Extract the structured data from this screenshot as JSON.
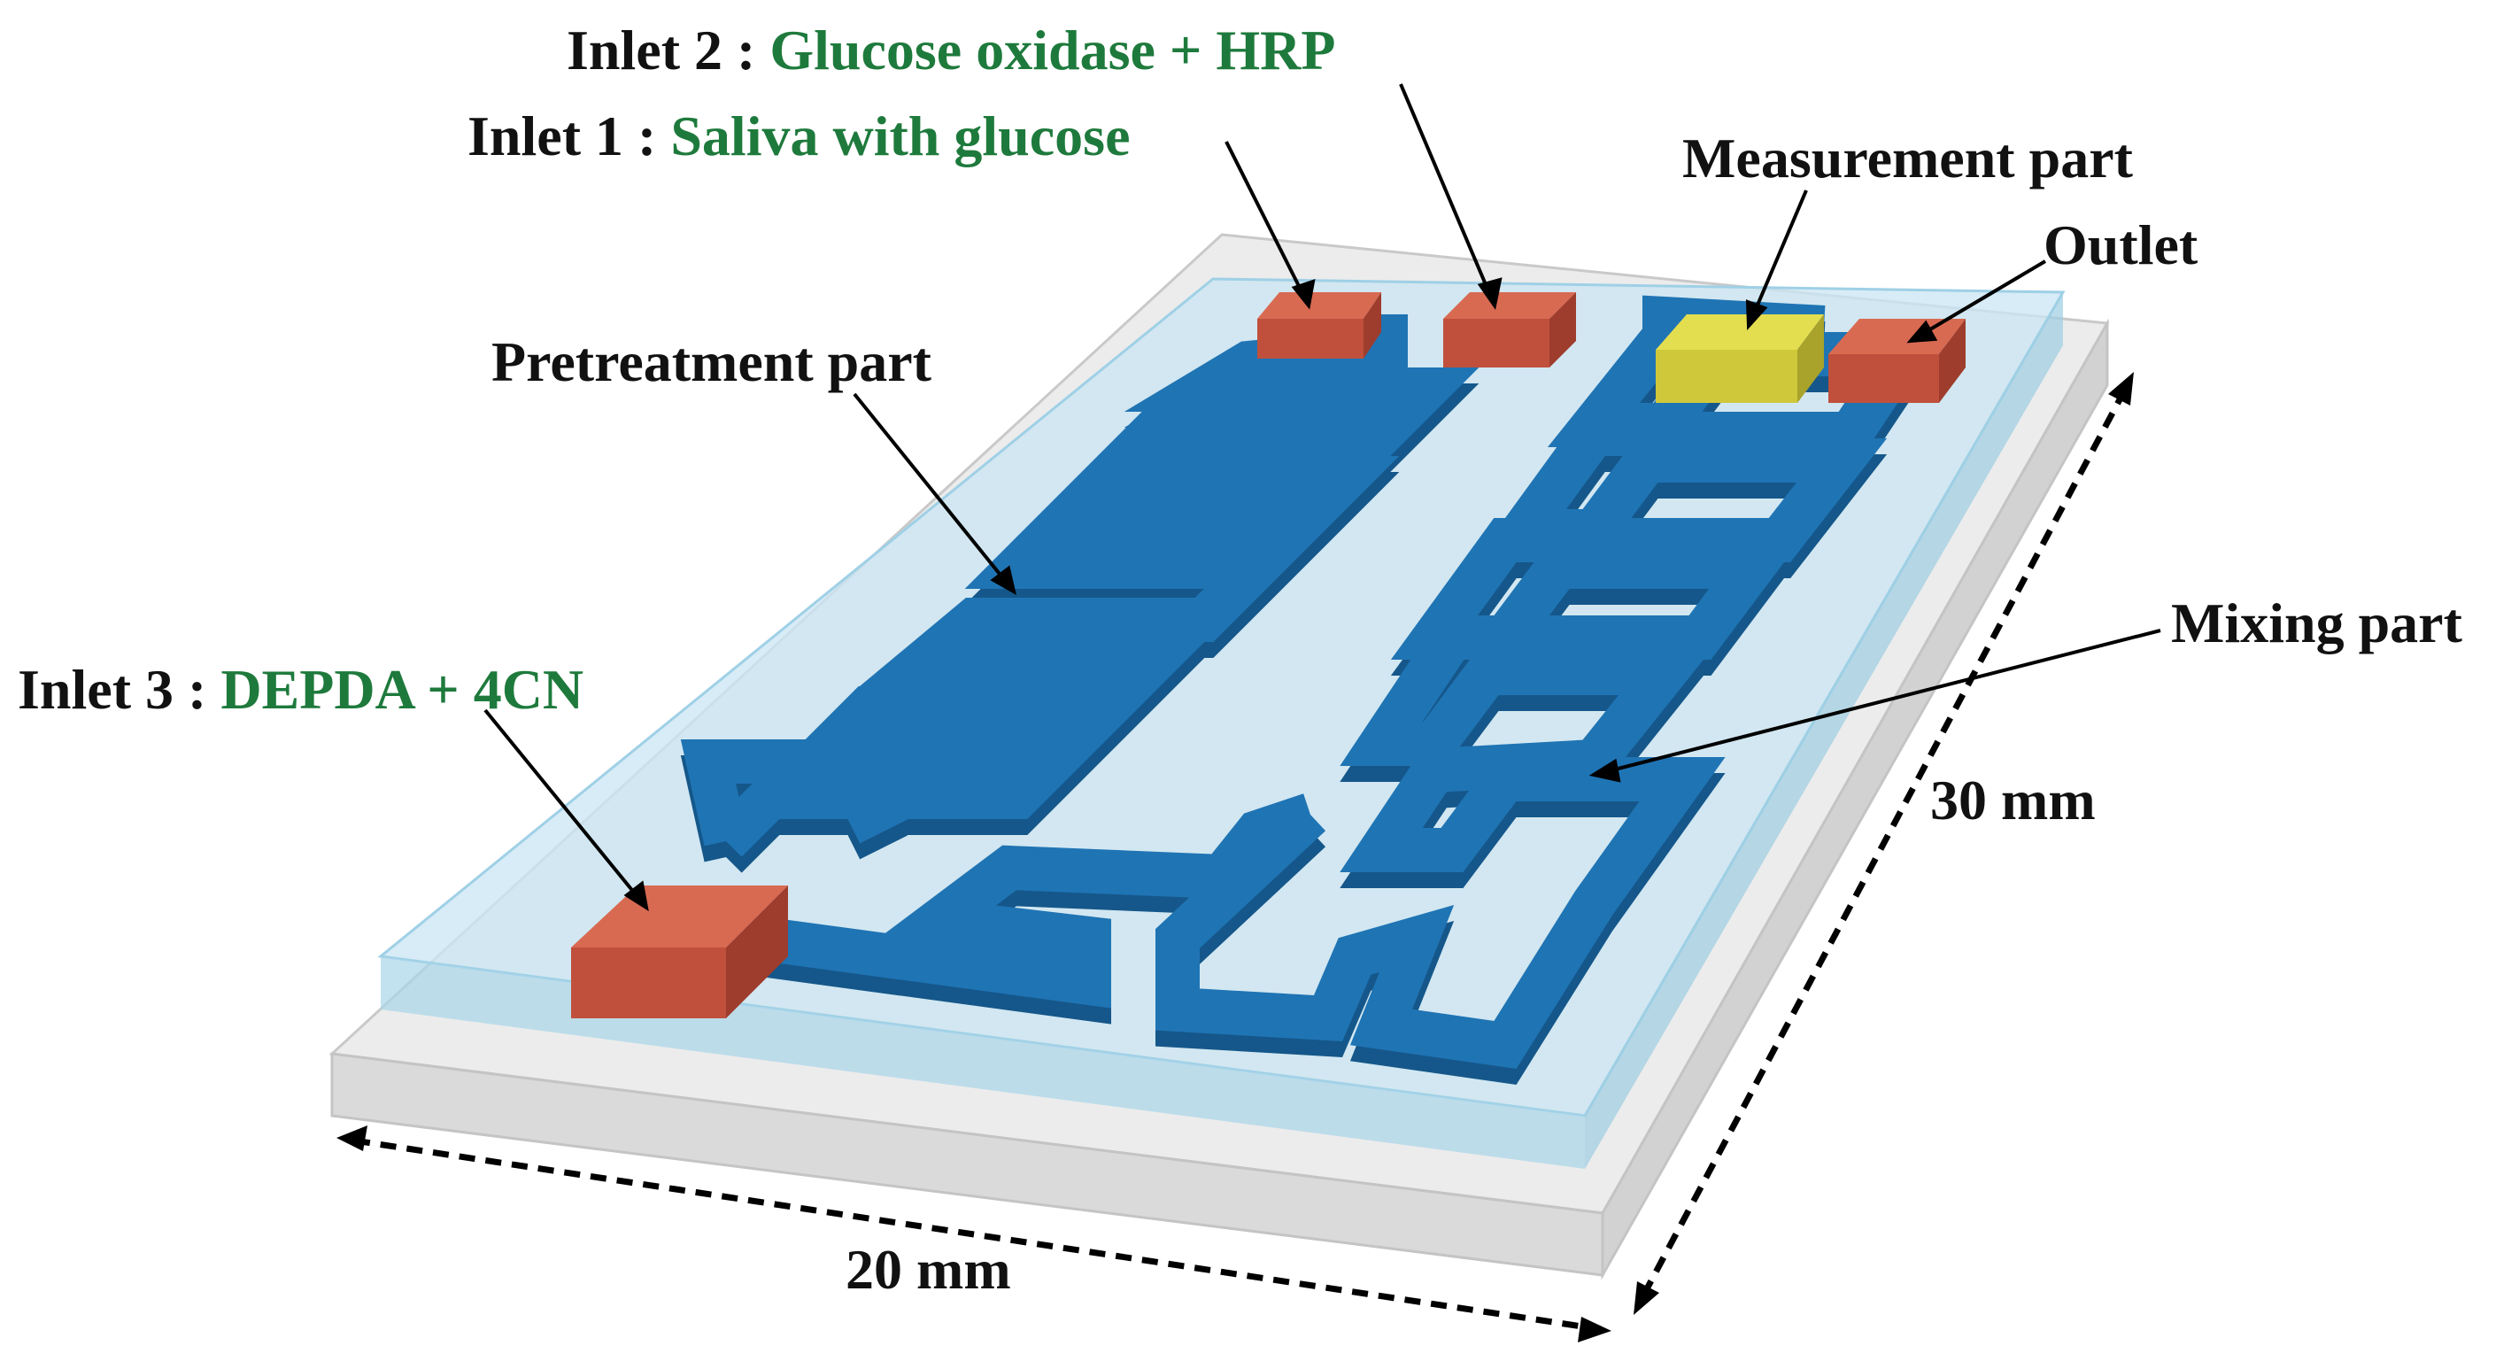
{
  "labels": {
    "inlet2_key": "Inlet 2 : ",
    "inlet2_value": "Glucose oxidase + HRP",
    "inlet1_key": "Inlet 1 : ",
    "inlet1_value": "Saliva with glucose",
    "measurement": "Measurement part",
    "outlet": "Outlet",
    "pretreatment": "Pretreatment part",
    "mixing": "Mixing part",
    "inlet3_key": "Inlet 3 : ",
    "inlet3_value": "DEPDA + 4CN",
    "width_dim": "20 mm",
    "length_dim": "30 mm"
  },
  "colors": {
    "channel": "#1f74b4",
    "channel_dark": "#15578a",
    "port": "#c0503c",
    "measurement": "#d6d03a",
    "cover": "#bfe3f2",
    "base": "#e6e6e6",
    "label_value": "#1e7a3c"
  }
}
